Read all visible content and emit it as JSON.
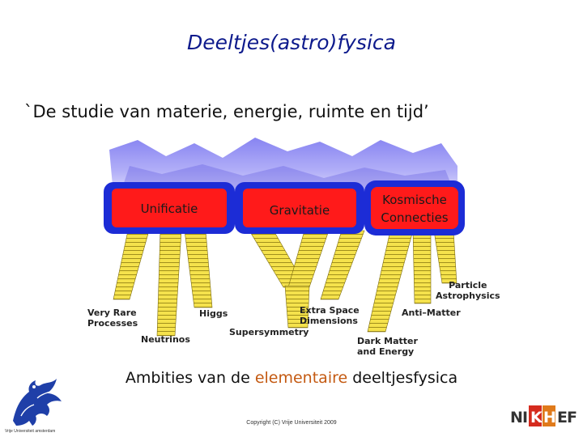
{
  "title": "Deeltjes(astro)fysica",
  "subtitle": "`De studie van materie, energie, ruimte en tijd’",
  "boxes": {
    "unificatie": "Unificatie",
    "gravitatie": "Gravitatie",
    "kosmische_line1": "Kosmische",
    "kosmische_line2": "Connecties"
  },
  "topics": {
    "very_rare_1": "Very Rare",
    "very_rare_2": "Processes",
    "neutrinos": "Neutrinos",
    "higgs": "Higgs",
    "supersymmetry": "Supersymmetry",
    "extra_space_1": "Extra Space",
    "extra_space_2": "Dimensions",
    "dark_matter_1": "Dark Matter",
    "dark_matter_2": "and Energy",
    "anti_matter": "Anti–Matter",
    "particle_astro_1": "Particle",
    "particle_astro_2": "Astrophysics"
  },
  "ambities": {
    "before": "Ambities van de ",
    "accent": "elementaire",
    "after": " deeltjesfysica"
  },
  "copyright": "Copyright (C) Vrije Universiteit 2009",
  "logos": {
    "vu_text": "Vrije Universiteit   amsterdam",
    "nikhef_n": "N",
    "nikhef_i": "I",
    "nikhef_k": "K",
    "nikhef_h": "H",
    "nikhef_e": "E",
    "nikhef_f": "F"
  },
  "colors": {
    "title": "#0d1a8c",
    "box_red": "#ff1a1a",
    "frame_blue": "#1c2cd6",
    "pillar_yellow": "#f4e14a",
    "accent": "#c45a12"
  }
}
